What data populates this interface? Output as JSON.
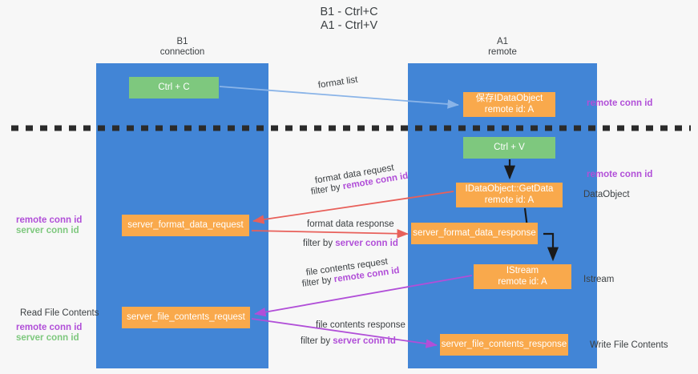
{
  "document": {
    "title": "B1 - Ctrl+C\nA1 - Ctrl+V"
  },
  "lanes": [
    {
      "id": "b1",
      "heading": "B1\nconnection",
      "color": "#4285d6"
    },
    {
      "id": "a1",
      "heading": "A1\nremote",
      "color": "#4285d6"
    }
  ],
  "nodes": {
    "ctrl_c": {
      "label": "Ctrl + C",
      "color": "#7ec87e"
    },
    "idataobject": {
      "label": "保存IDataObject\nremote id: A",
      "color": "#f9a94c"
    },
    "ctrl_v": {
      "label": "Ctrl + V",
      "color": "#7ec87e"
    },
    "getdata": {
      "label": "IDataObject::GetData\nremote id: A",
      "color": "#f9a94c"
    },
    "sfd_request": {
      "label": "server_format_data_request",
      "color": "#f9a94c"
    },
    "sfd_response": {
      "label": "server_format_data_response",
      "color": "#f9a94c"
    },
    "istream": {
      "label": "IStream\nremote id: A",
      "color": "#f9a94c"
    },
    "sfc_request": {
      "label": "server_file_contents_request",
      "color": "#f9a94c"
    },
    "sfc_response": {
      "label": "server_file_contents_response",
      "color": "#f9a94c"
    }
  },
  "edge_labels": {
    "format_list": "format list",
    "fd_request": "format data request",
    "fd_request_filter": {
      "prefix": "filter by ",
      "key": "remote conn id"
    },
    "fd_response": "format data response",
    "fd_response_filter": {
      "prefix": "filter by ",
      "key": "server conn id"
    },
    "fc_request": "file contents request",
    "fc_request_filter": {
      "prefix": "filter by ",
      "key": "remote conn id"
    },
    "fc_response": "file contents response",
    "fc_response_filter": {
      "prefix": "filter by ",
      "key": "server conn id"
    }
  },
  "side_labels": {
    "left_remote_conn_id_top": "remote conn id",
    "left_server_conn_id_top": "server conn id",
    "read_file_contents": "Read File Contents",
    "left_remote_conn_id_bottom": "remote conn id",
    "left_server_conn_id_bottom": "server conn id",
    "right_remote_conn_id_top": "remote conn id",
    "right_remote_conn_id_mid": "remote conn id",
    "data_object": "DataObject",
    "istream": "Istream",
    "write_file_contents": "Write File Contents"
  },
  "colors": {
    "lane_blue": "#4285d6",
    "node_green": "#7ec87e",
    "node_orange": "#f9a94c",
    "arrow_blue": "#8ab4e8",
    "arrow_red": "#e8605a",
    "arrow_purple": "#b14fd8",
    "arrow_black": "#1a1a1a",
    "key_remote": "#b14fd8",
    "key_server": "#7ec87e",
    "background": "#f7f7f7"
  },
  "divider": {
    "style": "dashed",
    "color": "#2b2b2b"
  }
}
